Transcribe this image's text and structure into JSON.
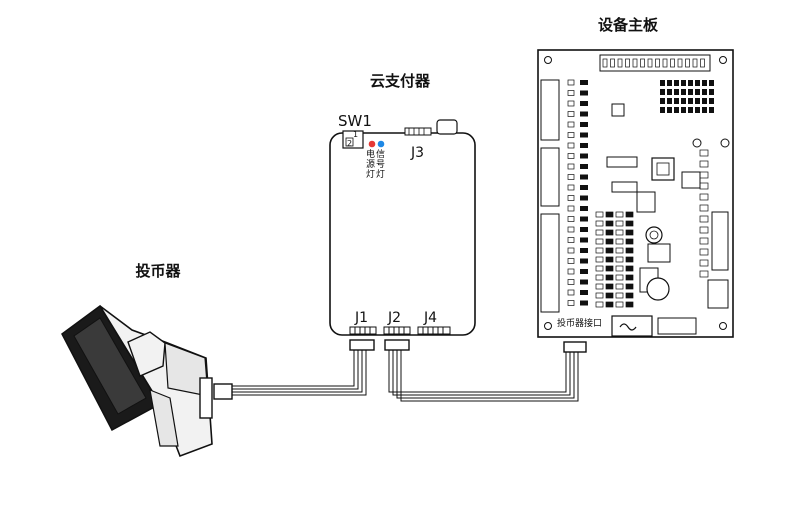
{
  "labels": {
    "cloud_payer": "云支付器",
    "mainboard": "设备主板",
    "coin_acceptor": "投币器",
    "sw1": "SW1",
    "j1": "J1",
    "j2": "J2",
    "j3": "J3",
    "j4": "J4",
    "power_led_line1": "电",
    "power_led_line2": "源",
    "power_led_line3": "灯",
    "signal_led_line1": "信",
    "signal_led_line2": "号",
    "signal_led_line3": "灯",
    "coin_port": "投币器接口",
    "switch_1": "1",
    "switch_2": "2"
  },
  "colors": {
    "line": "#111111",
    "power_led": "#e53935",
    "signal_led": "#1e88e5",
    "board_fill": "#ffffff",
    "coin_body": "#f2f2f2",
    "coin_dark": "#1a1a1a"
  }
}
